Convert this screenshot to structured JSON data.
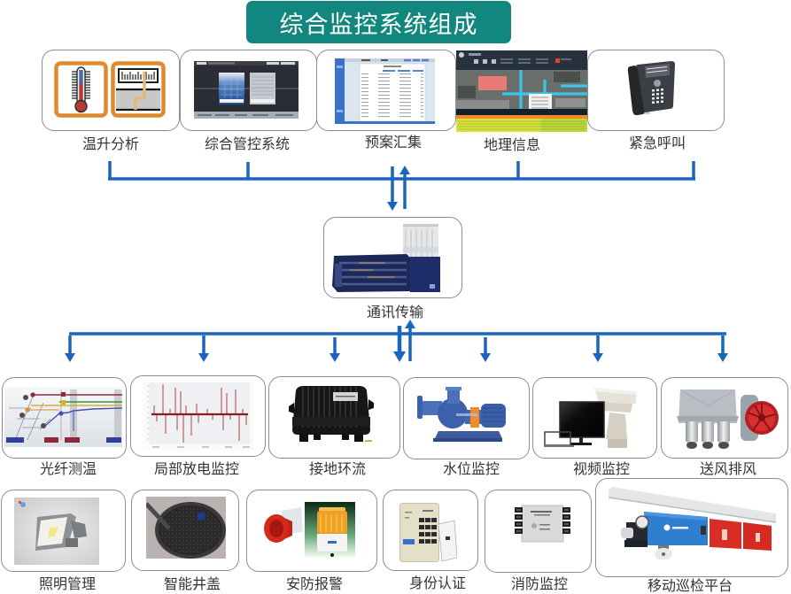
{
  "title": "综合监控系统组成",
  "colors": {
    "title_background": "#12877f",
    "title_text": "#ffffff",
    "connector": "#1a64be",
    "box_border": "#8e8e8e",
    "label_text": "#333333"
  },
  "management_layer": [
    {
      "label": "温升分析",
      "icon": "thermometer-gauge-icon"
    },
    {
      "label": "综合管控系统",
      "icon": "control-software-screenshot"
    },
    {
      "label": "预案汇集",
      "icon": "plan-table-screenshot"
    },
    {
      "label": "地理信息",
      "icon": "gis-map-screenshot"
    },
    {
      "label": "紧急呼叫",
      "icon": "desk-phone-icon"
    }
  ],
  "transport_layer": {
    "label": "通讯传输",
    "icon": "network-equipment-rack-icon"
  },
  "field_layer": [
    {
      "label": "光纤测温",
      "icon": "fiber-temperature-chart"
    },
    {
      "label": "局部放电监控",
      "icon": "partial-discharge-waveform"
    },
    {
      "label": "接地环流",
      "icon": "grounding-current-box-icon"
    },
    {
      "label": "水位监控",
      "icon": "water-pump-icon"
    },
    {
      "label": "视频监控",
      "icon": "cctv-camera-monitor-icon"
    },
    {
      "label": "送风排风",
      "icon": "ventilation-fan-icon"
    },
    {
      "label": "照明管理",
      "icon": "floodlight-icon"
    },
    {
      "label": "智能井盖",
      "icon": "manhole-cover-icon"
    },
    {
      "label": "安防报警",
      "icon": "siren-beacon-icon"
    },
    {
      "label": "身份认证",
      "icon": "access-keypad-icon"
    },
    {
      "label": "消防监控",
      "icon": "fire-control-module-icon"
    },
    {
      "label": "移动巡检平台",
      "icon": "rail-inspection-robot-icon"
    }
  ],
  "links": [
    {
      "from": "management_layer",
      "to": "transport_layer",
      "direction": "bidirectional"
    },
    {
      "from": "transport_layer",
      "to": "field_layer",
      "direction": "bidirectional"
    }
  ]
}
